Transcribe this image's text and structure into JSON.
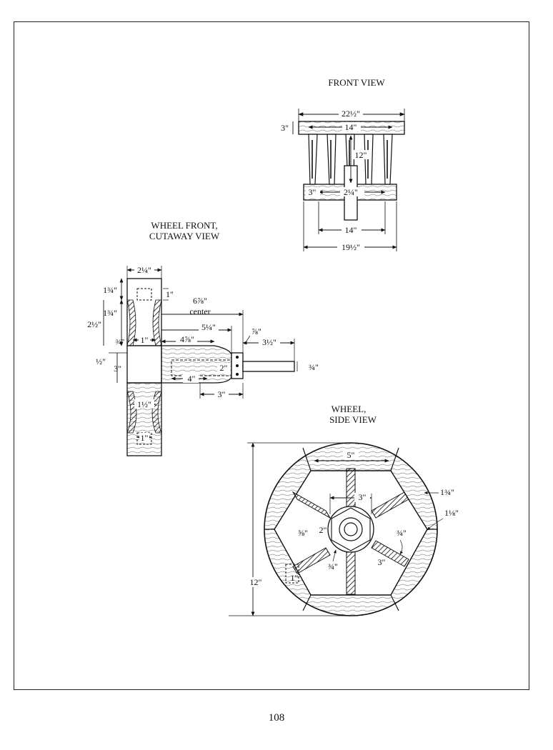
{
  "front_view": {
    "title": "FRONT VIEW",
    "dims": {
      "top_width": "22½\"",
      "inner_top": "14\"",
      "top_thickness": "3\"",
      "height": "12\"",
      "axle": "2¼\"",
      "bottom_thickness": "3\"",
      "inner_bottom": "14\"",
      "bottom_width": "19½\""
    }
  },
  "cutaway_view": {
    "title_line1": "WHEEL FRONT,",
    "title_line2": "CUTAWAY VIEW",
    "dims": {
      "width_top": "2¼\"",
      "d1": "1¾\"",
      "d2": "1\"",
      "d3": "1¾\"",
      "d4": "2½\"",
      "center_dist": "6⅞\"",
      "center_label": "center",
      "d5": "5¼\"",
      "d6": "⅞\"",
      "d7": "¾\"",
      "d8": "1\"",
      "d9": "4⅞\"",
      "d10": "3½\"",
      "d11": "½\"",
      "d12": "3\"",
      "d13": "2\"",
      "d14": "¾\"",
      "d15": "4\"",
      "d16": "3\"",
      "d17": "1½\"",
      "d18": "1\""
    }
  },
  "side_view": {
    "title_line1": "WHEEL,",
    "title_line2": "SIDE VIEW",
    "dims": {
      "rim_segment": "5\"",
      "rim_width": "1¾\"",
      "rim_inner": "1⅛\"",
      "hub": "3\"",
      "hub_inner": "2\"",
      "spoke_a": "⅝\"",
      "spoke_b": "¾\"",
      "spoke_c": "¾\"",
      "spoke_d": "3\"",
      "spoke_e": "1\"",
      "diameter": "12\""
    }
  },
  "page_number": "108"
}
